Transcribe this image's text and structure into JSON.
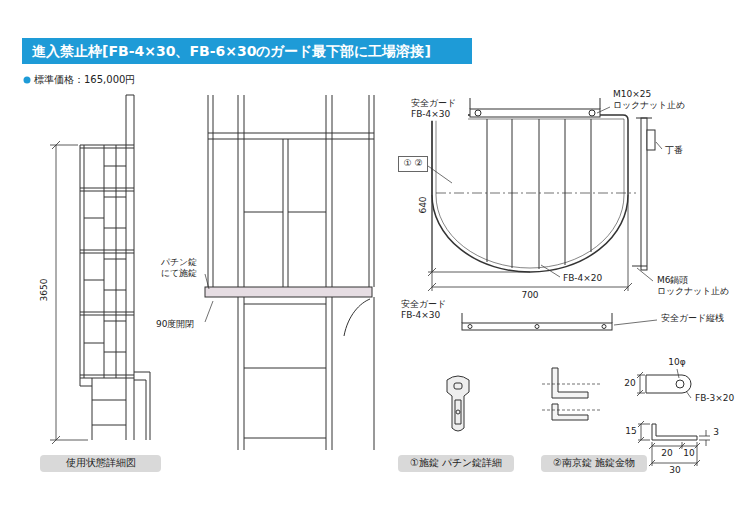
{
  "diagram": {
    "title": "進入禁止枠[FB-4×30、FB-6×30のガード最下部に工場溶接]",
    "nodes": [
      {
        "text": [
          "① ②"
        ]
      },
      {
        "text": [
          "使用状態詳細図"
        ]
      },
      {
        "text": [
          "①施錠 パチン錠詳細"
        ]
      },
      {
        "text": [
          "②南京錠 施錠金物"
        ]
      }
    ],
    "labels": [
      "標準価格：165,000円",
      "3650",
      "パチン錠 にて施錠",
      "90度開閉",
      "安全ガード FB-4×30",
      "M10×25 ロックナット止め",
      "丁番",
      "640",
      "FB-4×20",
      "700",
      "M6鍋頭 ロックナット止め",
      "安全ガード FB-4×30",
      "安全ガード縦桟",
      "10φ",
      "20",
      "FB-3×20",
      "15",
      "3",
      "20",
      "10",
      "30"
    ]
  }
}
